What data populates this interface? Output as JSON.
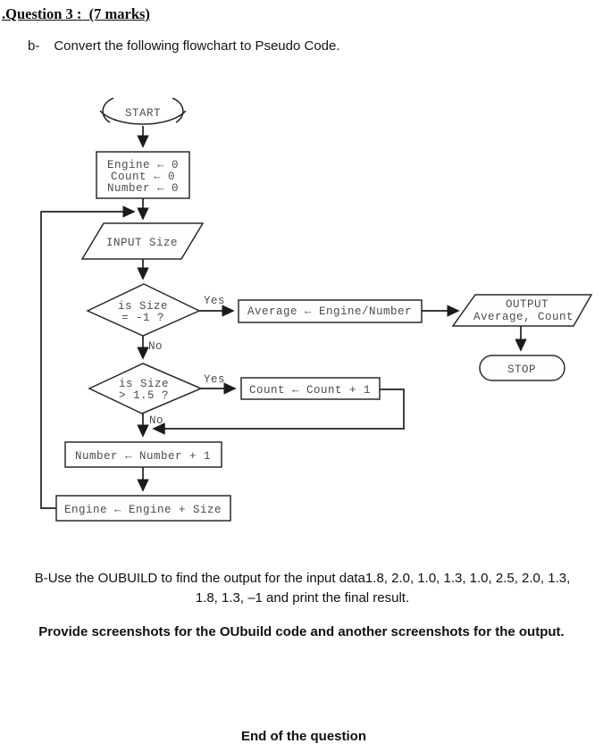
{
  "header": {
    "title": ".Question 3 :  (7 marks)",
    "part_b_label": "b-",
    "part_b_text": "Convert the following flowchart to Pseudo Code."
  },
  "flowchart": {
    "start": "START",
    "init": {
      "line1": "Engine ← 0",
      "line2": "Count ← 0",
      "line3": "Number ← 0"
    },
    "input": "INPUT Size",
    "decision1": {
      "line1": "is Size",
      "line2": "= -1 ?",
      "yes": "Yes",
      "no": "No"
    },
    "average": "Average ← Engine/Number",
    "output": {
      "line1": "OUTPUT",
      "line2": "Average, Count"
    },
    "stop": "STOP",
    "decision2": {
      "line1": "is Size",
      "line2": "> 1.5 ?",
      "yes": "Yes",
      "no": "No"
    },
    "count": "Count ← Count + 1",
    "number": "Number ← Number + 1",
    "engine": "Engine ← Engine + Size"
  },
  "footer": {
    "part_b2_line1": "B-Use the OUBUILD to find the output for the input data1.8, 2.0, 1.0, 1.3, 1.0, 2.5, 2.0, 1.3,",
    "part_b2_line2": "1.8, 1.3, –1 and print the final result.",
    "provide": "Provide screenshots for the OUbuild code and another screenshots for the output.",
    "end": "End of the question"
  }
}
